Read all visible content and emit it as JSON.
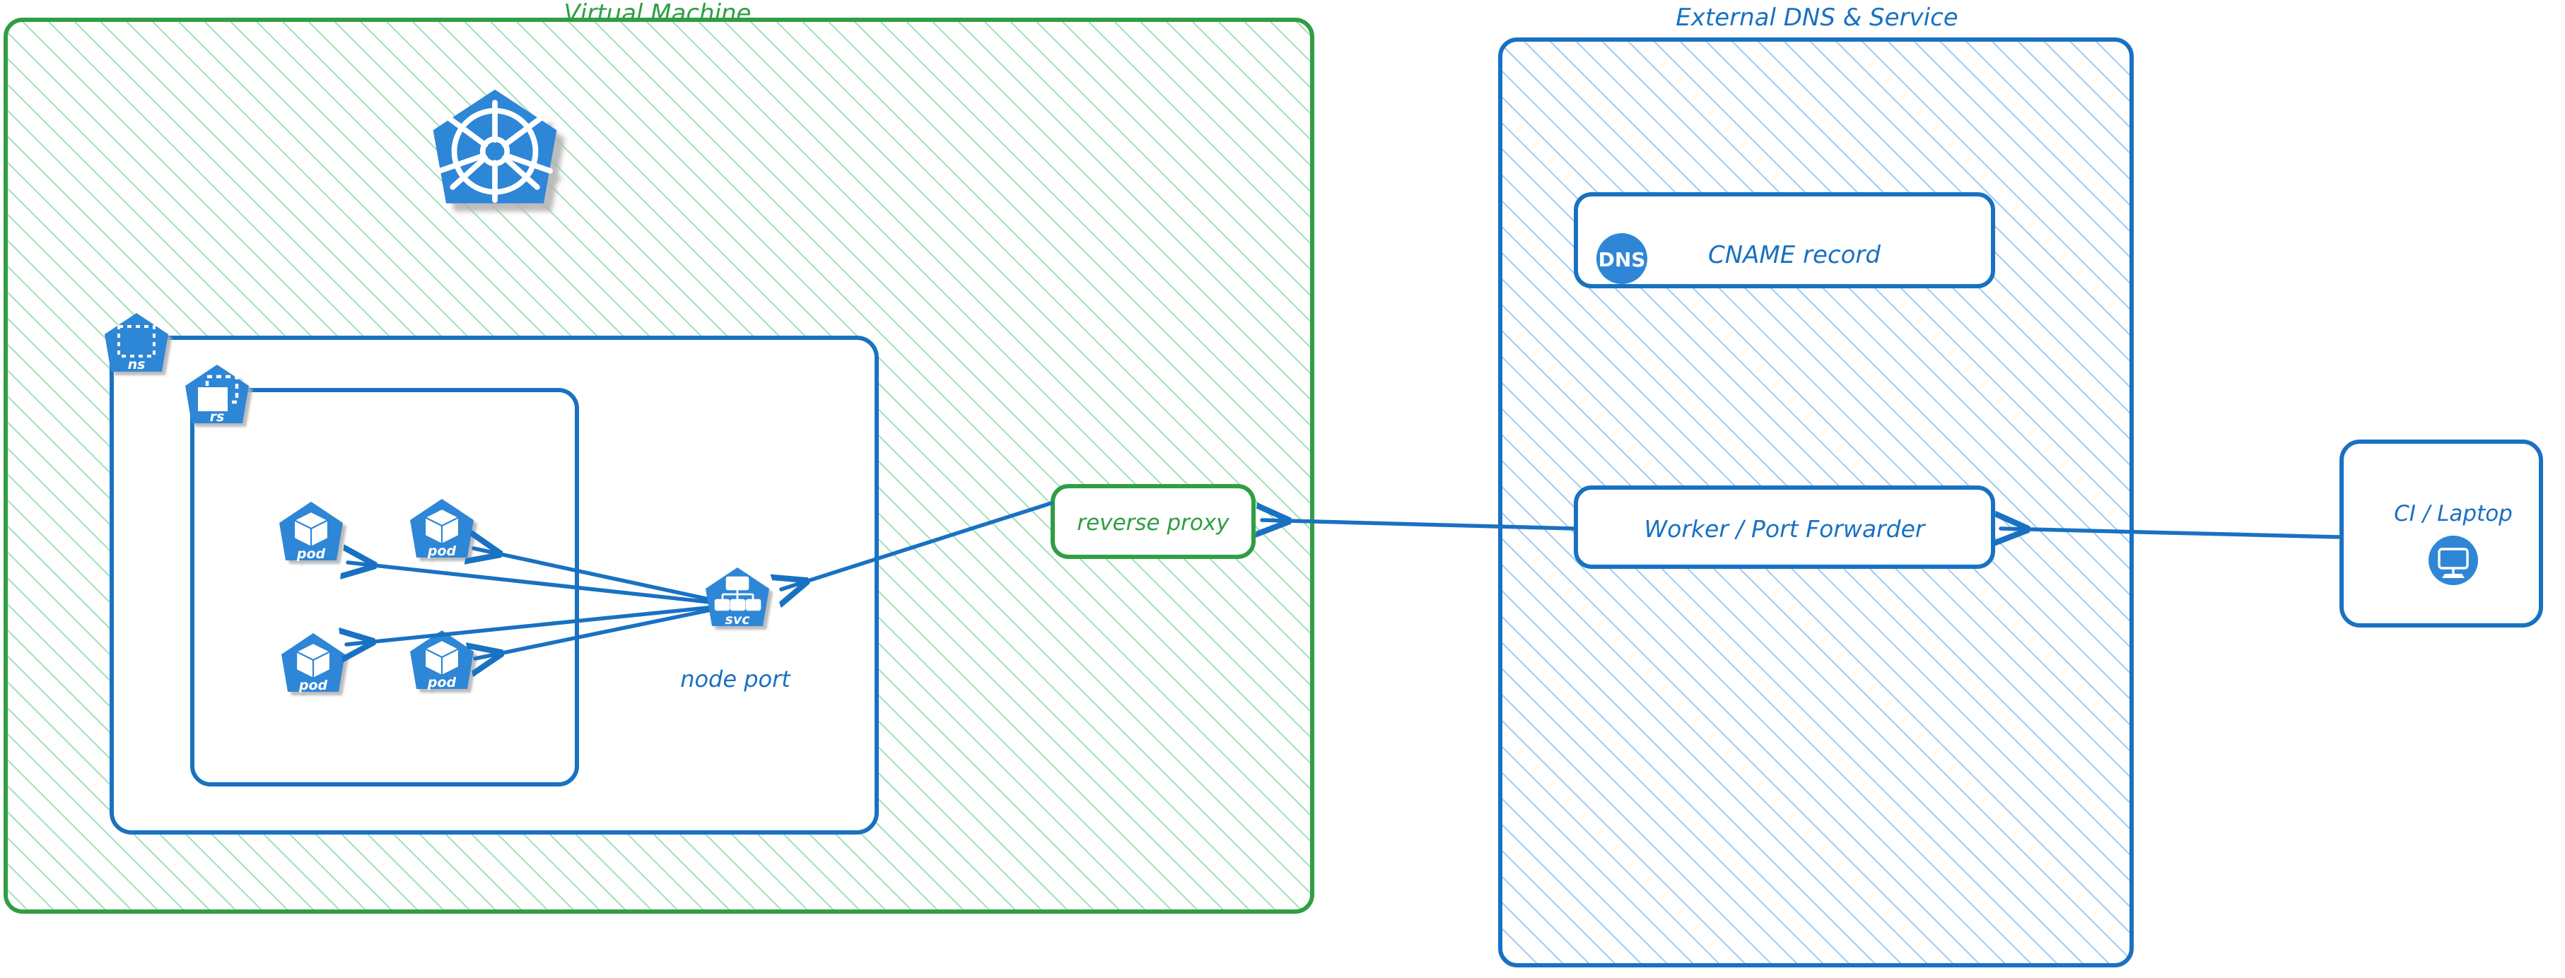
{
  "diagram": {
    "type": "architecture-diagram",
    "style": "hand-drawn-sketch",
    "colors": {
      "green_stroke": "#2f9e44",
      "green_text": "#2f9e44",
      "green_hatch": "#a5e3b8",
      "blue_stroke": "#1971c2",
      "blue_text": "#1971c2",
      "blue_hatch": "#a5cdf2",
      "k8s_blue": "#2f86d6",
      "black_text": "#1e1e1e",
      "white": "#ffffff"
    },
    "containers": [
      {
        "id": "virtual-machine",
        "title": "Virtual Machine",
        "color": "green",
        "fill": "hatched"
      },
      {
        "id": "external-dns-service",
        "title": "External DNS & Service",
        "color": "blue",
        "fill": "hatched"
      }
    ],
    "k8s_logo": {
      "name": "kubernetes-logo",
      "label": ""
    },
    "k8s_nodes": [
      {
        "id": "ns",
        "label": "ns",
        "icon": "namespace-icon",
        "kind": "Namespace"
      },
      {
        "id": "rs",
        "label": "rs",
        "icon": "replicaset-icon",
        "kind": "ReplicaSet"
      },
      {
        "id": "pod1",
        "label": "pod",
        "icon": "pod-icon",
        "kind": "Pod"
      },
      {
        "id": "pod2",
        "label": "pod",
        "icon": "pod-icon",
        "kind": "Pod"
      },
      {
        "id": "pod3",
        "label": "pod",
        "icon": "pod-icon",
        "kind": "Pod"
      },
      {
        "id": "pod4",
        "label": "pod",
        "icon": "pod-icon",
        "kind": "Pod"
      },
      {
        "id": "svc",
        "label": "svc",
        "icon": "service-icon",
        "kind": "Service"
      }
    ],
    "labels": {
      "node_port": "node port",
      "dns_tag": "DNS"
    },
    "boxes": [
      {
        "id": "reverse-proxy",
        "label": "reverse proxy",
        "color": "green"
      },
      {
        "id": "cname-record",
        "label": "CNAME record",
        "color": "blue",
        "badge": "DNS",
        "tag": "DNS"
      },
      {
        "id": "worker-port-forwarder",
        "label": "Worker / Port Forwarder",
        "color": "blue"
      },
      {
        "id": "ci-laptop",
        "label": "CI / Laptop",
        "color": "blue",
        "icon": "monitor-icon"
      }
    ],
    "arrows": [
      {
        "from": "svc",
        "to": "pod1",
        "direction": "left"
      },
      {
        "from": "svc",
        "to": "pod2",
        "direction": "left"
      },
      {
        "from": "svc",
        "to": "pod3",
        "direction": "left"
      },
      {
        "from": "svc",
        "to": "pod4",
        "direction": "left"
      },
      {
        "from": "reverse-proxy",
        "to": "svc",
        "direction": "left"
      },
      {
        "from": "worker-port-forwarder",
        "to": "reverse-proxy",
        "direction": "left"
      },
      {
        "from": "ci-laptop",
        "to": "worker-port-forwarder",
        "direction": "left"
      }
    ]
  }
}
